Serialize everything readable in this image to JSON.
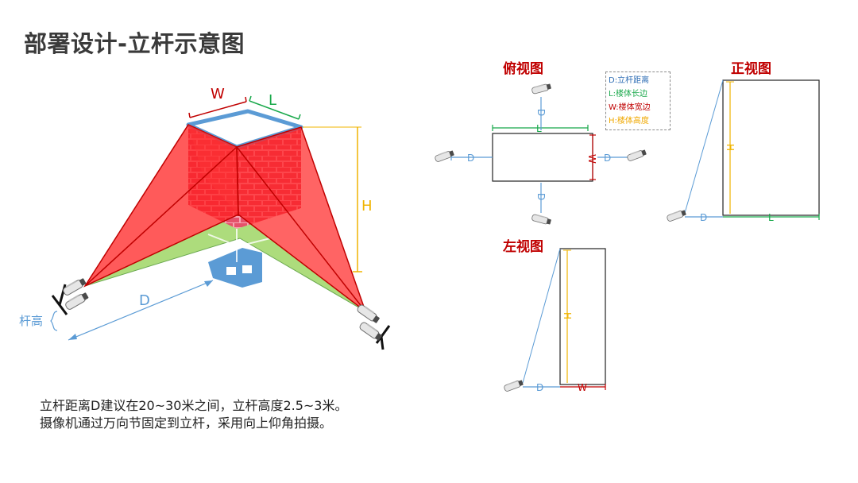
{
  "title": "部署设计-立杆示意图",
  "views": {
    "top": "俯视图",
    "front": "正视图",
    "left": "左视图"
  },
  "legend": [
    {
      "text": "D:立杆距离",
      "color": "#2f6eb5"
    },
    {
      "text": "L:楼体长边",
      "color": "#18a84a"
    },
    {
      "text": "W:楼体宽边",
      "color": "#c00000"
    },
    {
      "text": "H:楼体高度",
      "color": "#f0a800"
    }
  ],
  "labels": {
    "W": "W",
    "L": "L",
    "H": "H",
    "D": "D",
    "pole_height": "杆高"
  },
  "caption": {
    "line1": "立杆距离D建议在20~30米之间，立杆高度2.5~3米。",
    "line2": "摄像机通过万向节固定到立杆，采用向上仰角拍摄。"
  },
  "colors": {
    "title": "#3a3a3a",
    "view_title": "#c00000",
    "d_blue": "#5b9bd5",
    "l_green": "#18a84a",
    "w_red": "#c00000",
    "h_yellow": "#f0b400",
    "red_fill": "#ff1a1a",
    "green_fill": "#92d050",
    "building_blue": "#5b9bd5"
  }
}
